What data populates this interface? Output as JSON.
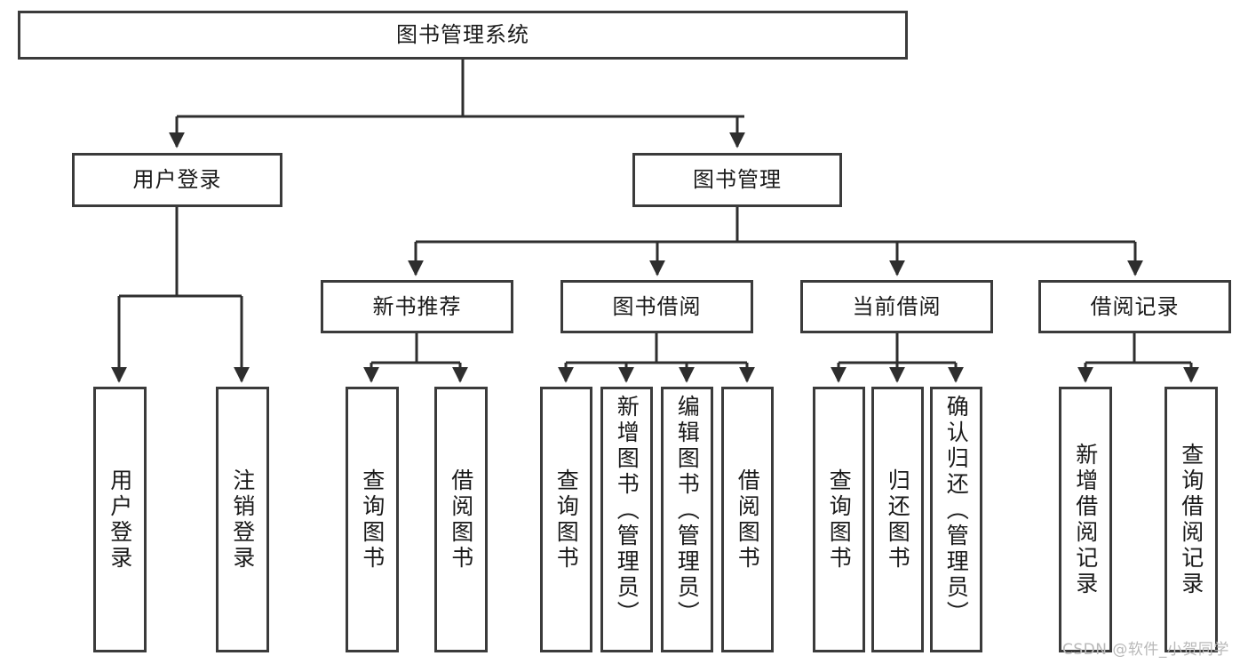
{
  "diagram": {
    "title": "图书管理系统",
    "type": "tree-hierarchy",
    "style": {
      "box_border": "#3b3b3b",
      "box_fill": "#ffffff",
      "edge_color": "#2e2e2e",
      "background": "#ffffff",
      "watermark_color": "#b9b9b9"
    },
    "root": {
      "label": "图书管理系统"
    },
    "level2": [
      {
        "label": "用户登录"
      },
      {
        "label": "图书管理"
      }
    ],
    "level3": [
      {
        "label": "新书推荐"
      },
      {
        "label": "图书借阅"
      },
      {
        "label": "当前借阅"
      },
      {
        "label": "借阅记录"
      }
    ],
    "leaves": {
      "user_login": [
        {
          "label": "用户登录"
        },
        {
          "label": "注销登录"
        }
      ],
      "new_book": [
        {
          "label": "查询图书"
        },
        {
          "label": "借阅图书"
        }
      ],
      "book_borrow": [
        {
          "label": "查询图书"
        },
        {
          "label": "新增图书（管理员）"
        },
        {
          "label": "编辑图书（管理员）"
        },
        {
          "label": "借阅图书"
        }
      ],
      "current_borrow": [
        {
          "label": "查询图书"
        },
        {
          "label": "归还图书"
        },
        {
          "label": "确认归还（管理员）"
        }
      ],
      "borrow_record": [
        {
          "label": "新增借阅记录"
        },
        {
          "label": "查询借阅记录"
        }
      ]
    }
  },
  "watermark": {
    "text": "CSDN @软件_小贺同学"
  }
}
